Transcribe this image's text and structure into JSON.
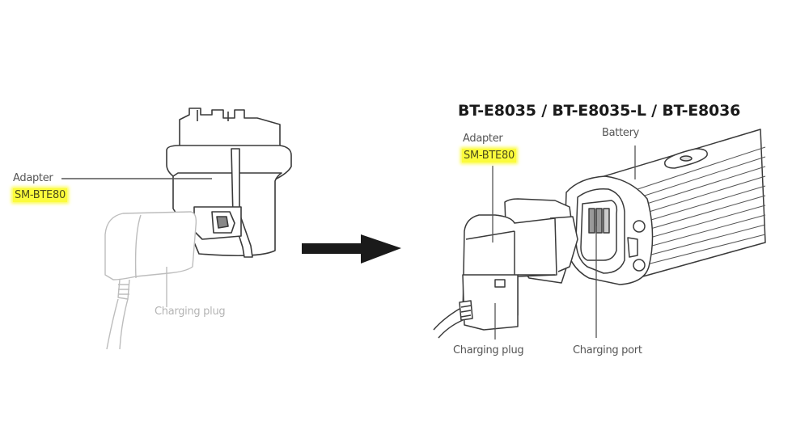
{
  "left_panel": {
    "adapter_label": "Adapter",
    "adapter_model": "SM-BTE80",
    "charging_plug_label": "Charging plug"
  },
  "arrow": {
    "icon": "right-arrow-icon",
    "color": "#1a1a1a"
  },
  "right_panel": {
    "title": "BT-E8035 / BT-E8035-L / BT-E8036",
    "adapter_label": "Adapter",
    "adapter_model": "SM-BTE80",
    "battery_label": "Battery",
    "charging_plug_label": "Charging plug",
    "charging_port_label": "Charging port"
  },
  "colors": {
    "highlight": "#fbfb3c",
    "line_art": "#3a3a3a",
    "faded_line_art": "#bdbdbd"
  }
}
